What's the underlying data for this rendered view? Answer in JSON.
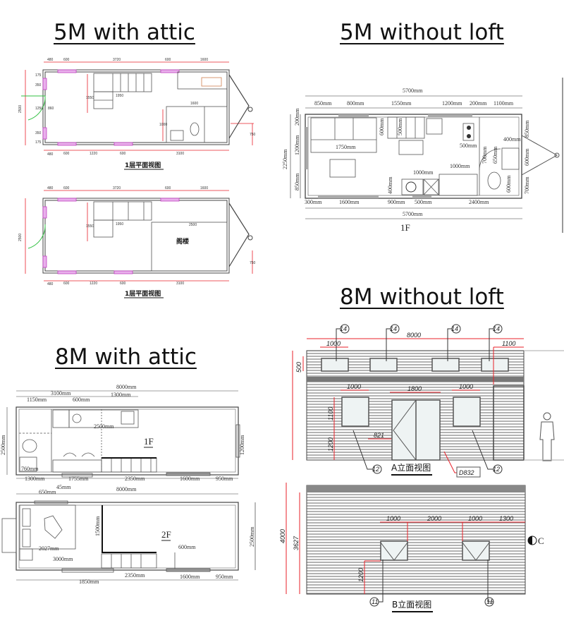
{
  "titles": {
    "top_left": "5M with attic",
    "top_right": "5M without loft",
    "bottom_right": "8M without loft",
    "bottom_left": "8M with attic"
  },
  "plan_5m_attic": {
    "caption_1": "1层平面视图",
    "caption_2": "1层平面视图",
    "attic_label": "阁楼",
    "top_dims": [
      "480",
      "600",
      "3720",
      "600",
      "1600"
    ],
    "bottom_dims": [
      "480",
      "600",
      "1220",
      "600",
      "3100"
    ],
    "left_dims": [
      "2500",
      "175",
      "350",
      "1250",
      "860",
      "350",
      "175"
    ],
    "inner_dims": [
      "1550",
      "1950",
      "1600",
      "1000",
      "750"
    ],
    "inner_dims_2": [
      "1550",
      "1950",
      "2500",
      "750"
    ]
  },
  "plan_5m_noloft": {
    "floor_label": "1F",
    "overall_top": "5700mm",
    "overall_bottom": "5700mm",
    "top_dims": [
      "850mm",
      "800mm",
      "1550mm",
      "1200mm",
      "200mm",
      "1100mm"
    ],
    "bottom_dims": [
      "300mm",
      "1600mm",
      "900mm",
      "500mm",
      "2400mm"
    ],
    "left_dims": [
      "2250mm",
      "200mm",
      "1200mm",
      "850mm"
    ],
    "inner_dims": [
      "1750mm",
      "600mm",
      "500mm",
      "500mm",
      "1000mm",
      "1000mm",
      "400mm",
      "400mm",
      "700mm",
      "650mm",
      "600mm",
      "600mm",
      "850mm",
      "700mm"
    ]
  },
  "plan_8m_attic": {
    "floor_1_label": "1F",
    "floor_2_label": "2F",
    "f1_dims": [
      "8000mm",
      "3100mm",
      "1150mm",
      "600mm",
      "1300mm",
      "2500mm",
      "2500mm",
      "1200mm",
      "760mm",
      "1300mm",
      "1755mm",
      "2350mm",
      "1600mm",
      "950mm"
    ],
    "f2_dims": [
      "650mm",
      "45mm",
      "8000mm",
      "1500mm",
      "2027mm",
      "3000mm",
      "600mm",
      "2500mm",
      "1850mm",
      "2350mm",
      "1600mm",
      "950mm"
    ]
  },
  "elevation_8m": {
    "a_caption": "A立面视图",
    "b_caption": "B立面视图",
    "door_tag": "D832",
    "a_dims": [
      "8000",
      "1000",
      "1100",
      "500",
      "1000",
      "1800",
      "1000",
      "1100",
      "821",
      "1200"
    ],
    "a_tags": [
      "14",
      "14",
      "14",
      "14",
      "12",
      "12"
    ],
    "b_dims": [
      "1000",
      "2000",
      "1000",
      "1300",
      "4000",
      "3627",
      "1200"
    ],
    "b_tags": [
      "11",
      "11"
    ],
    "section_mark": "C"
  },
  "colors": {
    "dimension_red": "#e8202a",
    "window_magenta": "#d040d0",
    "door_green": "#30c040",
    "wall": "#333333",
    "cladding": "#9a9a9a"
  }
}
